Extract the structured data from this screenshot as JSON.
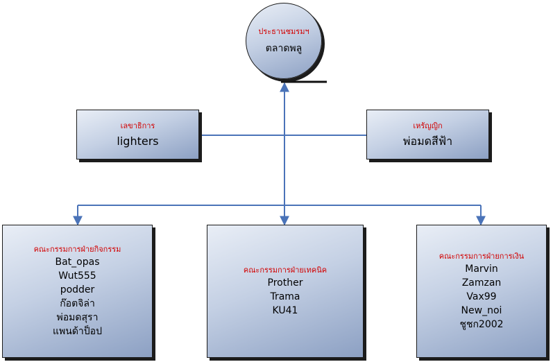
{
  "colors": {
    "connector": "#4a73b8",
    "title_red": "#d20000"
  },
  "chairman": {
    "title": "ประธานชมรมฯ",
    "name": "ตลาดพลู"
  },
  "secretary": {
    "title": "เลขาธิการ",
    "name": "lighters"
  },
  "treasurer": {
    "title": "เหรัญญิก",
    "name": "พ่อมดสีฟ้า"
  },
  "activities": {
    "title": "คณะกรรมการฝ่ายกิจกรรม",
    "members": [
      "Bat_opas",
      "Wut555",
      "podder",
      "ก๊อตจิล่า",
      "พ่อมดสุรา",
      "แพนด้าป็อป"
    ]
  },
  "technical": {
    "title": "คณะกรรมการฝ่ายเทคนิค",
    "members": [
      "Prother",
      "Trama",
      "KU41"
    ]
  },
  "finance": {
    "title": "คณะกรรมการฝ่ายการเงิน",
    "members": [
      "Marvin",
      "Zamzan",
      "Vax99",
      "New_noi",
      "ชูชก2002"
    ]
  }
}
